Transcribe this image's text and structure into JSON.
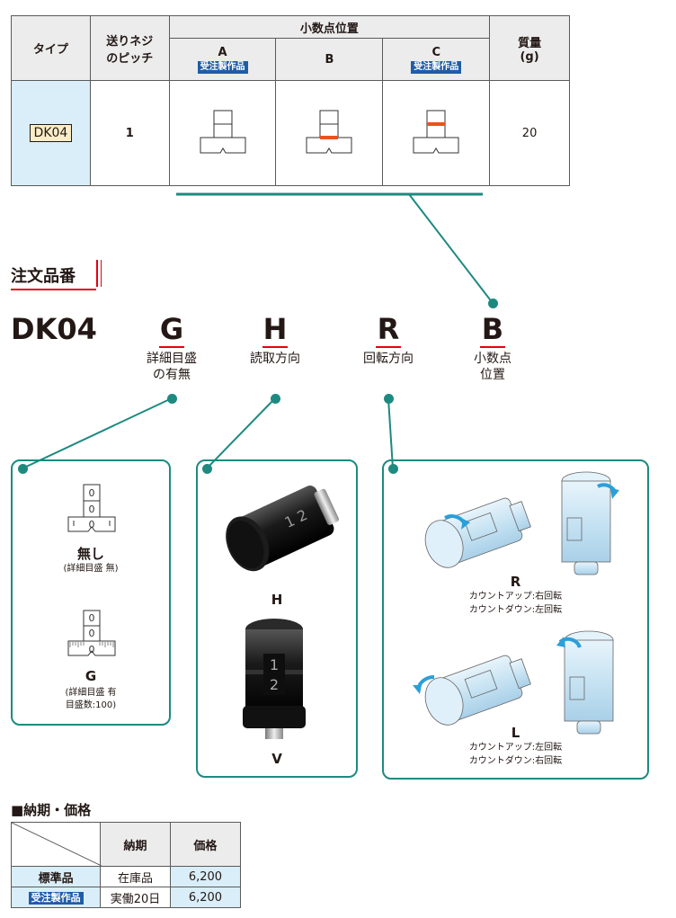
{
  "spec_table": {
    "headers": {
      "type": "タイプ",
      "pitch_line1": "送りネジ",
      "pitch_line2": "のピッチ",
      "decimal_position": "小数点位置",
      "col_a": "A",
      "col_b": "B",
      "col_c": "C",
      "made_to_order": "受注製作品",
      "mass_line1": "質量",
      "mass_line2": "(g)"
    },
    "row": {
      "type": "DK04",
      "pitch": "1",
      "mass": "20"
    }
  },
  "order_code": {
    "title": "注文品番",
    "model": "DK04",
    "parts": [
      {
        "letter": "G",
        "line1": "詳細目盛",
        "line2": "の有無"
      },
      {
        "letter": "H",
        "line1": "読取方向",
        "line2": ""
      },
      {
        "letter": "R",
        "line1": "回転方向",
        "line2": ""
      },
      {
        "letter": "B",
        "line1": "小数点",
        "line2": "位置"
      }
    ]
  },
  "graduation_panel": {
    "none_label": "無し",
    "none_note": "(詳細目盛 無)",
    "g_label": "G",
    "g_note1": "(詳細目盛 有",
    "g_note2": "目盛数:100)",
    "digits": [
      "0",
      "0",
      "0"
    ]
  },
  "reading_panel": {
    "h_label": "H",
    "v_label": "V",
    "digits_v": [
      "1",
      "2"
    ]
  },
  "rotation_panel": {
    "r_label": "R",
    "r_note1": "カウントアップ:右回転",
    "r_note2": "カウントダウン:左回転",
    "l_label": "L",
    "l_note1": "カウントアップ:左回転",
    "l_note2": "カウントダウン:右回転"
  },
  "delivery": {
    "title": "■納期・価格",
    "col_delivery": "納期",
    "col_price": "価格",
    "rows": [
      {
        "name": "標準品",
        "delivery": "在庫品",
        "price": "6,200"
      },
      {
        "name": "受注製作品",
        "delivery": "実働20日",
        "price": "6,200"
      }
    ]
  },
  "colors": {
    "teal": "#1d8a80",
    "red": "#e60012",
    "blue_badge": "#1f5da8",
    "orange": "#e8541e",
    "arrow_blue": "#2b9fd9"
  }
}
